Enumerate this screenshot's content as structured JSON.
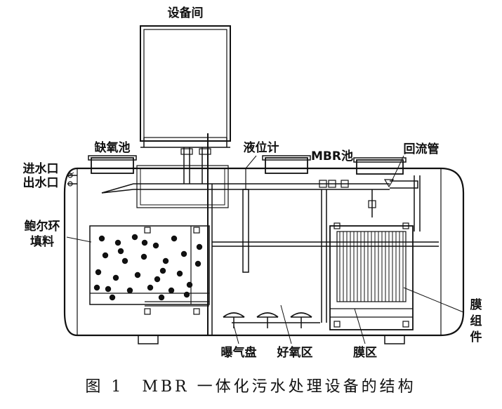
{
  "labels": {
    "equipment_room": "设备间",
    "anoxic_tank": "缺氧池",
    "level_gauge": "液位计",
    "mbr_tank": "MBR池",
    "return_pipe": "回流管",
    "inlet": "进水口",
    "outlet": "出水口",
    "filler_line1": "鲍尔环",
    "filler_line2": "填料",
    "membrane_module": [
      "膜",
      "组",
      "件"
    ],
    "aeration_disc": "曝气盘",
    "aerobic_zone": "好氧区",
    "membrane_zone": "膜区"
  },
  "caption": "图 1　MBR 一体化污水处理设备的结构"
}
